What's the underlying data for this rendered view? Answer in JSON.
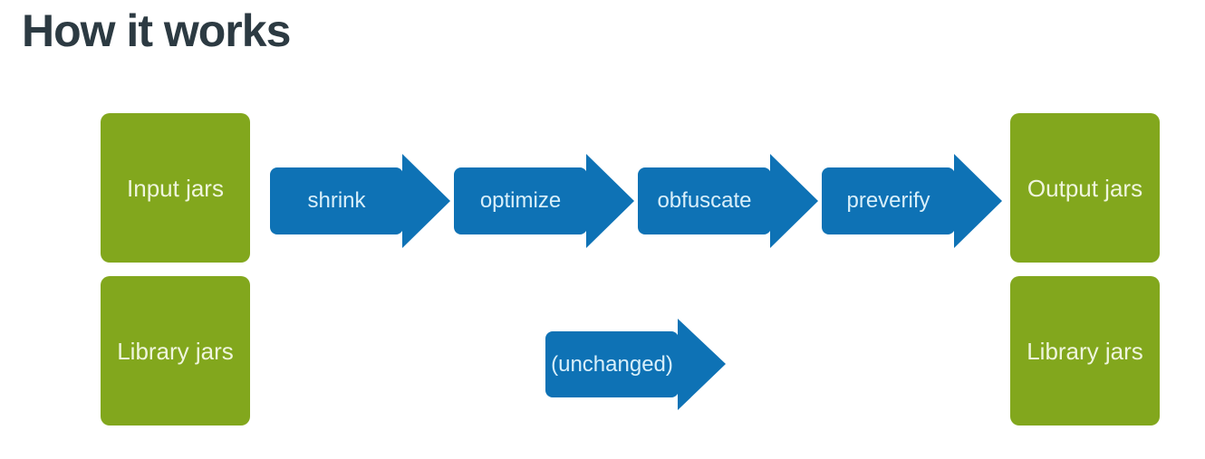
{
  "title": "How it works",
  "colors": {
    "background": "#ffffff",
    "title_text": "#2c3a42",
    "box_green": "#82a71d",
    "box_label": "#eff5dd",
    "arrow_blue": "#0e72b5",
    "arrow_label": "#d8effa"
  },
  "diagram": {
    "boxes": {
      "input": {
        "label": "Input jars"
      },
      "output": {
        "label": "Output jars"
      },
      "library_left": {
        "label": "Library jars"
      },
      "library_right": {
        "label": "Library jars"
      }
    },
    "steps": [
      {
        "label": "shrink"
      },
      {
        "label": "optimize"
      },
      {
        "label": "obfuscate"
      },
      {
        "label": "preverify"
      }
    ],
    "unchanged": {
      "label": "(unchanged)"
    }
  }
}
